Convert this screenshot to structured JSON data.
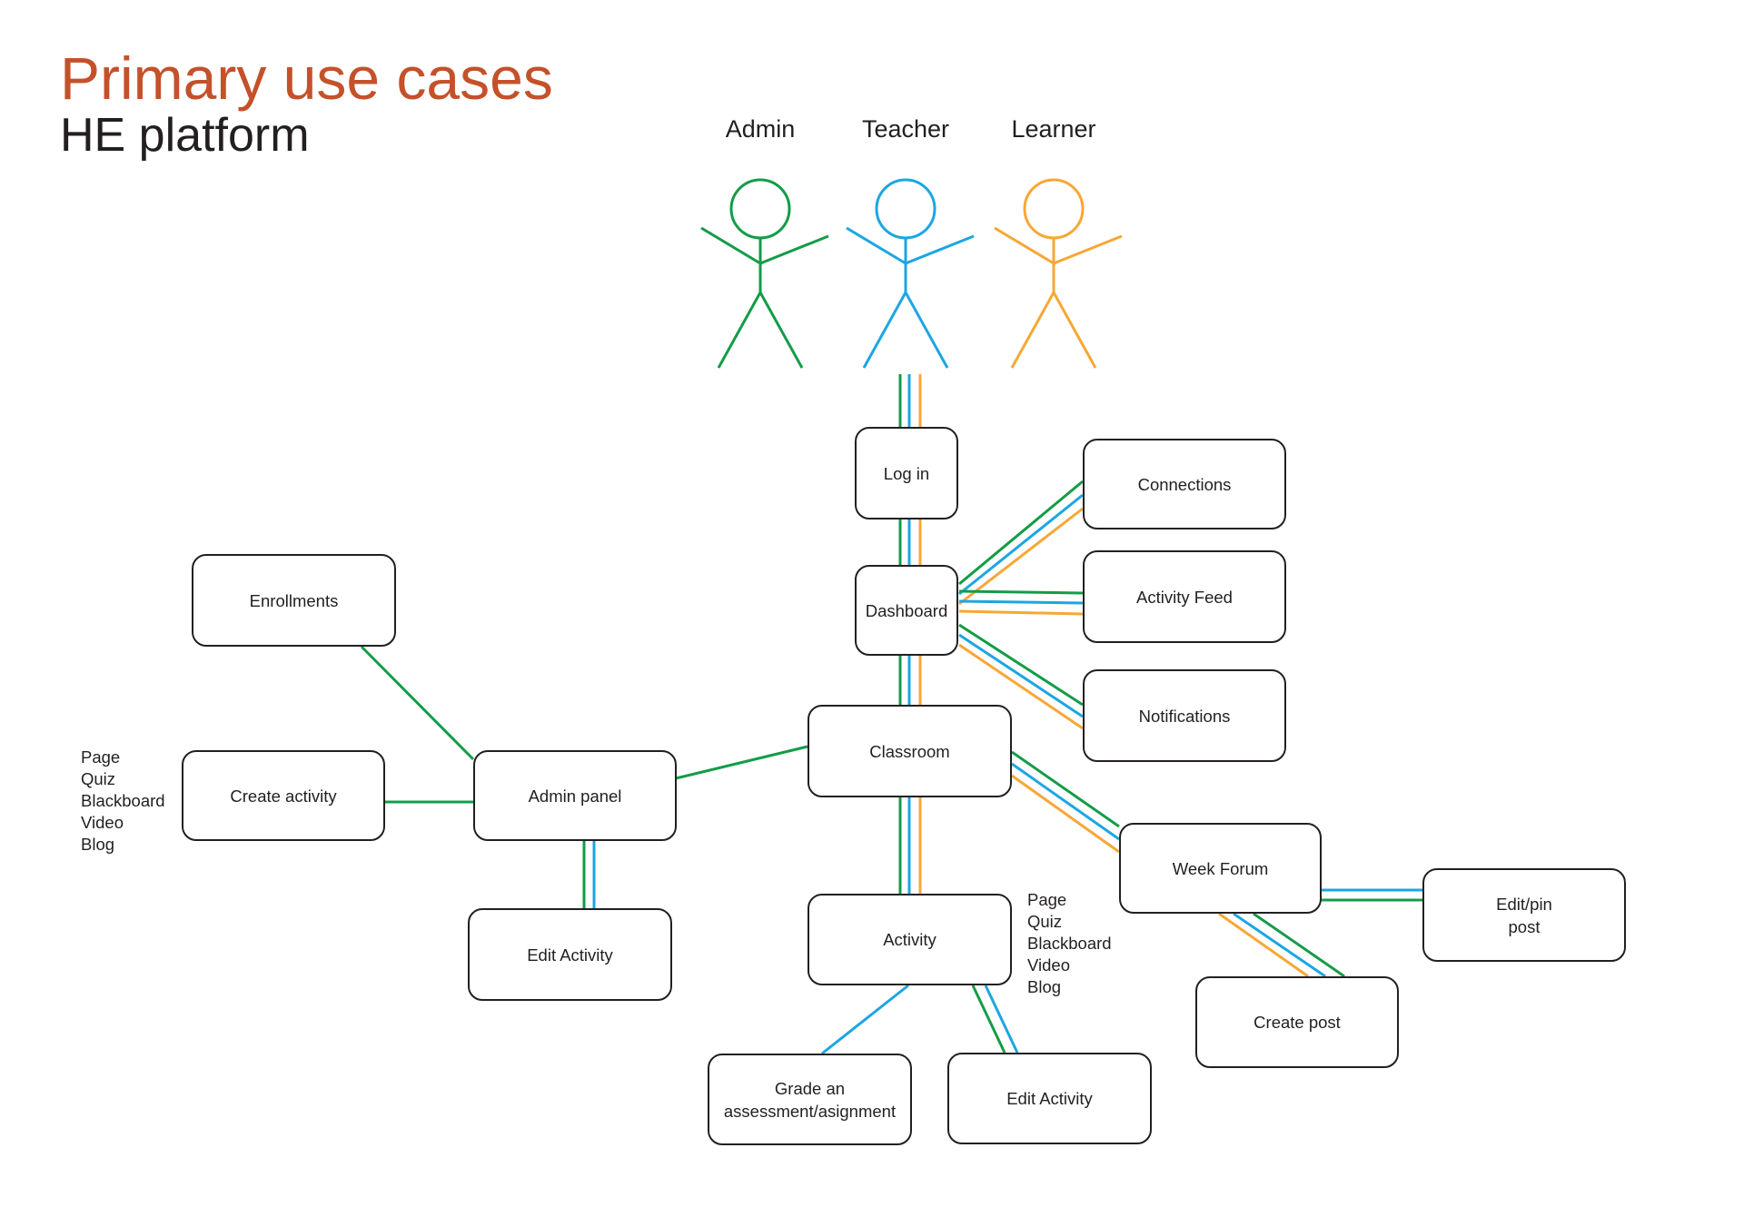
{
  "header": {
    "title": "Primary use cases",
    "subtitle": "HE platform"
  },
  "colors": {
    "admin": "#139c48",
    "teacher": "#1ca6e2",
    "learner": "#f7a735",
    "title": "#c4512a",
    "ink": "#231f20"
  },
  "actors": [
    {
      "label": "Admin",
      "color": "#139c48"
    },
    {
      "label": "Teacher",
      "color": "#1ca6e2"
    },
    {
      "label": "Learner",
      "color": "#f7a735"
    }
  ],
  "use_cases": {
    "login": "Log in",
    "dashboard": "Dashboard",
    "connections": "Connections",
    "activity_feed": "Activity Feed",
    "notifications": "Notifications",
    "classroom": "Classroom",
    "enrollments": "Enrollments",
    "admin_panel": "Admin panel",
    "create_activity": "Create activity",
    "edit_activity_admin": "Edit Activity",
    "activity": "Activity",
    "grade": "Grade an\nassessment/asignment",
    "edit_activity": "Edit Activity",
    "week_forum": "Week Forum",
    "edit_pin_post": "Edit/pin\npost",
    "create_post": "Create post"
  },
  "notes": {
    "activity_types_left": "Page\nQuiz\nBlackboard\nVideo\nBlog",
    "activity_types_right": "Page\nQuiz\nBlackboard\nVideo\nBlog"
  }
}
